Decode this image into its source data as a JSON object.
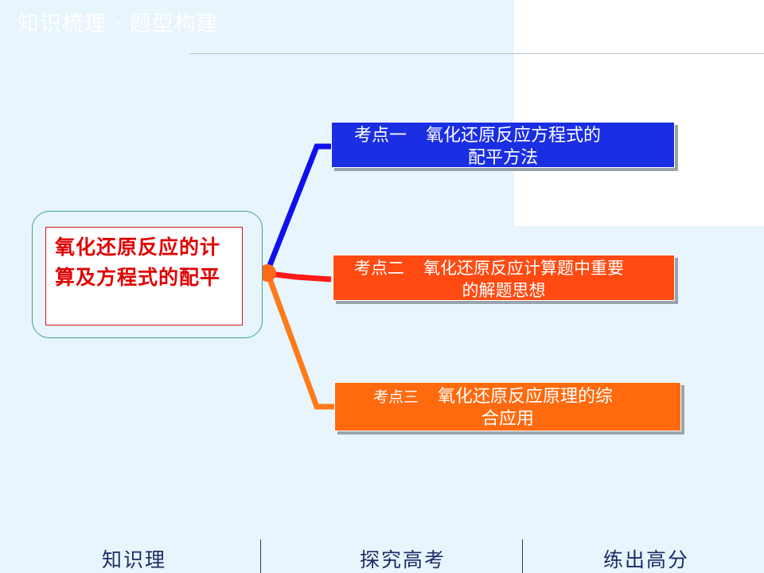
{
  "header": {
    "title": "知识梳理 · 题型构建"
  },
  "root": {
    "text": "氧化还原反应的计算及方程式的配平"
  },
  "topics": [
    {
      "label": "考点一",
      "title_line1": "氧化还原反应方程式的",
      "title_line2": "配平方法",
      "color": "#1a2ee3"
    },
    {
      "label": "考点二",
      "title_line1": "氧化还原反应计算题中重要",
      "title_line2": "的解题思想",
      "color": "#ff4a12"
    },
    {
      "label": "考点三",
      "title_line1": "氧化还原反应原理的综",
      "title_line2": "合应用",
      "color": "#ff6a0e"
    }
  ],
  "footer": {
    "items": [
      "知识理",
      "探究高考",
      "练出高分"
    ]
  }
}
